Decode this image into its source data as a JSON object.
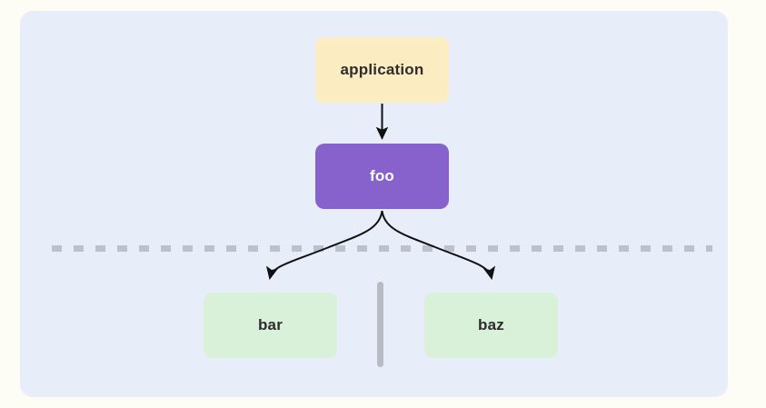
{
  "diagram": {
    "type": "flowchart",
    "nodes": [
      {
        "id": "application",
        "label": "application",
        "fill": "#fcecc2",
        "text_color": "#2d2d2d",
        "shape": "rounded-rect"
      },
      {
        "id": "foo",
        "label": "foo",
        "fill": "#8762cd",
        "text_color": "#ffffff",
        "shape": "rounded-rect"
      },
      {
        "id": "bar",
        "label": "bar",
        "fill": "#d9f0d9",
        "text_color": "#2d2d2d",
        "shape": "rounded-rect"
      },
      {
        "id": "baz",
        "label": "baz",
        "fill": "#d9f0d9",
        "text_color": "#2d2d2d",
        "shape": "rounded-rect"
      }
    ],
    "edges": [
      {
        "from": "application",
        "to": "foo",
        "style": "straight",
        "arrow": "end"
      },
      {
        "from": "foo",
        "to": "bar",
        "style": "curved",
        "arrow": "end"
      },
      {
        "from": "foo",
        "to": "baz",
        "style": "curved",
        "arrow": "end"
      }
    ],
    "separator": {
      "name": "boundary-line",
      "orientation": "horizontal",
      "style": "dashed",
      "color": "#bcc2cc"
    },
    "handle": {
      "name": "vertical-handle",
      "orientation": "vertical",
      "color": "#b8bcc2"
    },
    "canvas": {
      "background": "#e8edfa",
      "page_background": "#fdfdf6"
    },
    "edge_color": "#111111"
  }
}
